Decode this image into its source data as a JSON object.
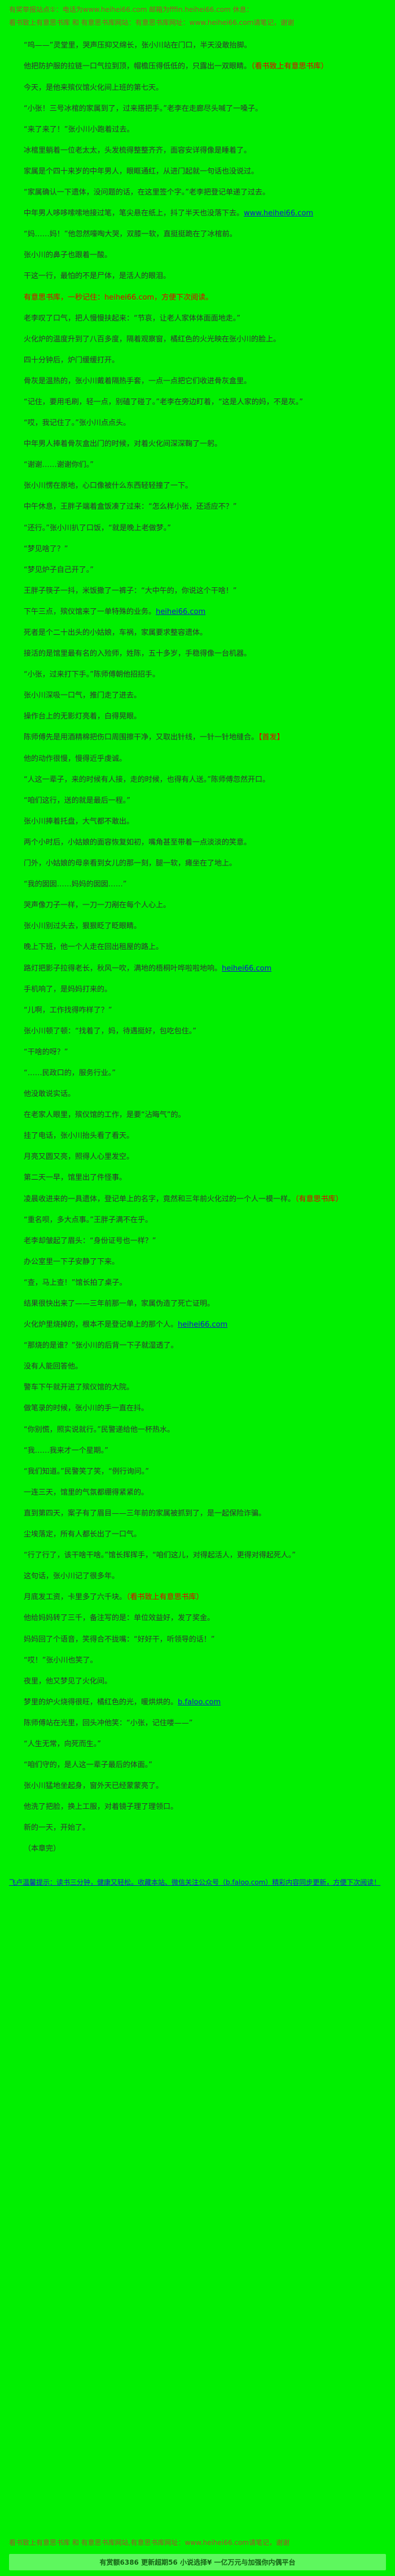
{
  "colors": {
    "background": "#00f000",
    "text": "#333333",
    "red": "#e60000",
    "blue": "#1414d2",
    "header": "#a0522d",
    "footer_bar_bg": "#5ef75e"
  },
  "header": {
    "line1": "有奖举报站点①：电话为www.heihei66.com 邮箱为fffin.heihei66.com 休息：",
    "line2": "看书致上有意思书库 和 有意思书库网站：有意思书库网址：www.heihei66.com请笔记，谢谢"
  },
  "paragraphs": [
    [
      {
        "t": "“呜——”灵堂里，哭声压抑又绵长，张小川站在门口，半天没敢抬脚。"
      }
    ],
    [
      {
        "t": "他把防护服的拉链一口气拉到顶，帽檐压得低低的，只露出一双眼睛。"
      },
      {
        "t": "（看书致上有意思书库）",
        "c": "red"
      }
    ],
    [
      {
        "t": "今天，是他来殡仪馆火化间上班的第七天。"
      }
    ],
    [
      {
        "t": "“小张！三号冰棺的家属到了，过来搭把手。”老李在走廊尽头喊了一嗓子。"
      }
    ],
    [
      {
        "t": "“来了来了！”张小川小跑着过去。"
      }
    ],
    [
      {
        "t": "冰棺里躺着一位老太太，头发梳得整整齐齐，面容安详得像是睡着了。"
      }
    ],
    [
      {
        "t": "家属是个四十来岁的中年男人，眼眶通红，从进门起就一句话也没说过。"
      }
    ],
    [
      {
        "t": "“家属确认一下遗体，没问题的话，在这里签个字。”老李把登记单递了过去。"
      }
    ],
    [
      {
        "t": "中年男人哆哆嗦嗦地接过笔，笔尖悬在纸上，抖了半天也没落下去。"
      },
      {
        "t": "www.heihei66.com",
        "c": "blue"
      }
    ],
    [
      {
        "t": "“妈……妈！”他忽然嚎啕大哭，双膝一软，直挺挺跪在了冰棺前。"
      }
    ],
    [
      {
        "t": "张小川的鼻子也跟着一酸。"
      }
    ],
    [
      {
        "t": "干这一行，最怕的不是尸体，是活人的眼泪。"
      }
    ],
    [
      {
        "t": "有意思书库，一秒记住：heihei66.com，方便下次阅读。",
        "c": "red"
      }
    ],
    [
      {
        "t": "老李叹了口气，把人慢慢扶起来：“节哀，让老人家体体面面地走。”"
      }
    ],
    [
      {
        "t": "火化炉的温度升到了八百多度，隔着观察窗，橘红色的火光映在张小川的脸上。"
      }
    ],
    [
      {
        "t": "四十分钟后，炉门缓缓打开。"
      }
    ],
    [
      {
        "t": "骨灰是温热的，张小川戴着隔热手套，一点一点把它们收进骨灰盒里。"
      }
    ],
    [
      {
        "t": "“记住，要用毛刷，轻一点，别磕了碰了。”老李在旁边盯着，“这是人家的妈，不是灰。”"
      }
    ],
    [
      {
        "t": "“哎，我记住了。”张小川点点头。"
      }
    ],
    [
      {
        "t": "中年男人捧着骨灰盒出门的时候，对着火化间深深鞠了一躬。"
      }
    ],
    [
      {
        "t": "“谢谢……谢谢你们。”"
      }
    ],
    [
      {
        "t": "张小川愣在原地，心口像被什么东西轻轻撞了一下。"
      }
    ],
    [
      {
        "t": "中午休息，王胖子端着盒饭凑了过来：“怎么样小张，还适应不？”"
      }
    ],
    [
      {
        "t": "“还行。”张小川扒了口饭，“就是晚上老做梦。”"
      }
    ],
    [
      {
        "t": "“梦见啥了？”"
      }
    ],
    [
      {
        "t": "“梦见炉子自己开了。”"
      }
    ],
    [
      {
        "t": "王胖子筷子一抖，米饭撒了一裤子：“大中午的，你说这个干啥！”"
      }
    ],
    [
      {
        "t": "下午三点，殡仪馆来了一单特殊的业务。"
      },
      {
        "t": "heihei66.com",
        "c": "blue"
      }
    ],
    [
      {
        "t": "死者是个二十出头的小姑娘，车祸，家属要求整容遗体。"
      }
    ],
    [
      {
        "t": "接活的是馆里最有名的入殓师，姓陈，五十多岁，手稳得像一台机器。"
      }
    ],
    [
      {
        "t": "“小张，过来打下手。”陈师傅朝他招招手。"
      }
    ],
    [
      {
        "t": "张小川深吸一口气，推门走了进去。"
      }
    ],
    [
      {
        "t": "操作台上的无影灯亮着，白得晃眼。"
      }
    ],
    [
      {
        "t": "陈师傅先是用酒精棉把伤口周围擦干净，又取出针线，一针一针地缝合。"
      },
      {
        "t": "【首发】",
        "c": "red"
      }
    ],
    [
      {
        "t": "他的动作很慢，慢得近乎虔诚。"
      }
    ],
    [
      {
        "t": "“人这一辈子，来的时候有人接，走的时候，也得有人送。”陈师傅忽然开口。"
      }
    ],
    [
      {
        "t": "“咱们这行，送的就是最后一程。”"
      }
    ],
    [
      {
        "t": "张小川捧着托盘，大气都不敢出。"
      }
    ],
    [
      {
        "t": "两个小时后，小姑娘的面容恢复如初，嘴角甚至带着一点淡淡的笑意。"
      }
    ],
    [
      {
        "t": "门外，小姑娘的母亲看到女儿的那一刻，腿一软，瘫坐在了地上。"
      }
    ],
    [
      {
        "t": "“我的囡囡……妈妈的囡囡……”"
      }
    ],
    [
      {
        "t": "哭声像刀子一样，一刀一刀剐在每个人心上。"
      }
    ],
    [
      {
        "t": "张小川别过头去，狠狠眨了眨眼睛。"
      }
    ],
    [
      {
        "t": "晚上下班，他一个人走在回出租屋的路上。"
      }
    ],
    [
      {
        "t": "路灯把影子拉得老长，秋风一吹，满地的梧桐叶哗啦啦地响。"
      },
      {
        "t": "heihei66.com",
        "c": "blue"
      }
    ],
    [
      {
        "t": "手机响了，是妈妈打来的。"
      }
    ],
    [
      {
        "t": "“儿啊，工作找得咋样了？”"
      }
    ],
    [
      {
        "t": "张小川顿了顿：“找着了，妈，待遇挺好，包吃包住。”"
      }
    ],
    [
      {
        "t": "“干啥的呀？”"
      }
    ],
    [
      {
        "t": "“……民政口的，服务行业。”"
      }
    ],
    [
      {
        "t": "他没敢说实话。"
      }
    ],
    [
      {
        "t": "在老家人眼里，殡仪馆的工作，是要“沾晦气”的。"
      }
    ],
    [
      {
        "t": "挂了电话，张小川抬头看了看天。"
      }
    ],
    [
      {
        "t": "月亮又圆又亮，照得人心里发空。"
      }
    ],
    [
      {
        "t": "第二天一早，馆里出了件怪事。"
      }
    ],
    [
      {
        "t": "凌晨收进来的一具遗体，登记单上的名字，竟然和三年前火化过的一个人一模一样。"
      },
      {
        "t": "（有意思书库）",
        "c": "red"
      }
    ],
    [
      {
        "t": "“重名呗，多大点事。”王胖子满不在乎。"
      }
    ],
    [
      {
        "t": "老李却皱起了眉头：“身份证号也一样？”"
      }
    ],
    [
      {
        "t": "办公室里一下子安静了下来。"
      }
    ],
    [
      {
        "t": "“查，马上查！”馆长拍了桌子。"
      }
    ],
    [
      {
        "t": "结果很快出来了——三年前那一单，家属伪造了死亡证明。"
      }
    ],
    [
      {
        "t": "火化炉里烧掉的，根本不是登记单上的那个人。"
      },
      {
        "t": "heihei66.com",
        "c": "blue"
      }
    ],
    [
      {
        "t": "“那烧的是谁？”张小川的后背一下子就湿透了。"
      }
    ],
    [
      {
        "t": "没有人能回答他。"
      }
    ],
    [
      {
        "t": "警车下午就开进了殡仪馆的大院。"
      }
    ],
    [
      {
        "t": "做笔录的时候，张小川的手一直在抖。"
      }
    ],
    [
      {
        "t": "“你别慌，照实说就行。”民警递给他一杯热水。"
      }
    ],
    [
      {
        "t": "“我……我来才一个星期。”"
      }
    ],
    [
      {
        "t": "“我们知道。”民警笑了笑，“例行询问。”"
      }
    ],
    [
      {
        "t": "一连三天，馆里的气氛都绷得紧紧的。"
      }
    ],
    [
      {
        "t": "直到第四天，案子有了眉目——三年前的家属被抓到了，是一起保险诈骗。"
      }
    ],
    [
      {
        "t": "尘埃落定，所有人都长出了一口气。"
      }
    ],
    [
      {
        "t": "“行了行了，该干啥干啥。”馆长挥挥手，“咱们这儿，对得起活人，更得对得起死人。”"
      }
    ],
    [
      {
        "t": "这句话，张小川记了很多年。"
      }
    ],
    [
      {
        "t": "月底发工资，卡里多了六千块。"
      },
      {
        "t": "（看书致上有意思书库）",
        "c": "red"
      }
    ],
    [
      {
        "t": "他给妈妈转了三千，备注写的是：单位效益好，发了奖金。"
      }
    ],
    [
      {
        "t": "妈妈回了个语音，笑得合不拢嘴：“好好干，听领导的话！”"
      }
    ],
    [
      {
        "t": "“哎！”张小川也笑了。"
      }
    ],
    [
      {
        "t": "夜里，他又梦见了火化间。"
      }
    ],
    [
      {
        "t": "梦里的炉火烧得很旺，橘红色的光，暖烘烘的。"
      },
      {
        "t": "b.faloo.com",
        "c": "blue"
      }
    ],
    [
      {
        "t": "陈师傅站在光里，回头冲他笑：“小张，记住喽——”"
      }
    ],
    [
      {
        "t": "“人生无常，向死而生。”"
      }
    ],
    [
      {
        "t": "“咱们守的，是人这一辈子最后的体面。”"
      }
    ],
    [
      {
        "t": "张小川猛地坐起身，窗外天已经蒙蒙亮了。"
      }
    ],
    [
      {
        "t": "他洗了把脸，换上工服，对着镜子理了理领口。"
      }
    ],
    [
      {
        "t": "新的一天，开始了。"
      }
    ],
    [
      {
        "t": "（本章完）"
      }
    ]
  ],
  "notice": {
    "text": "飞卢温馨提示：读书三分钟，健康又轻松。收藏本站、微信关注公众号（b.faloo.com）精彩内容同步更新，方便下次阅读！"
  },
  "footer": {
    "line1": "看书致上有意思书库 和 有意思书库网站,有意思书库网址：www.heihei66.com请笔记，谢谢",
    "line2": "有赏额6386 更新超期56 小说选择¥ 一亿万元与加强你内偶平台"
  }
}
